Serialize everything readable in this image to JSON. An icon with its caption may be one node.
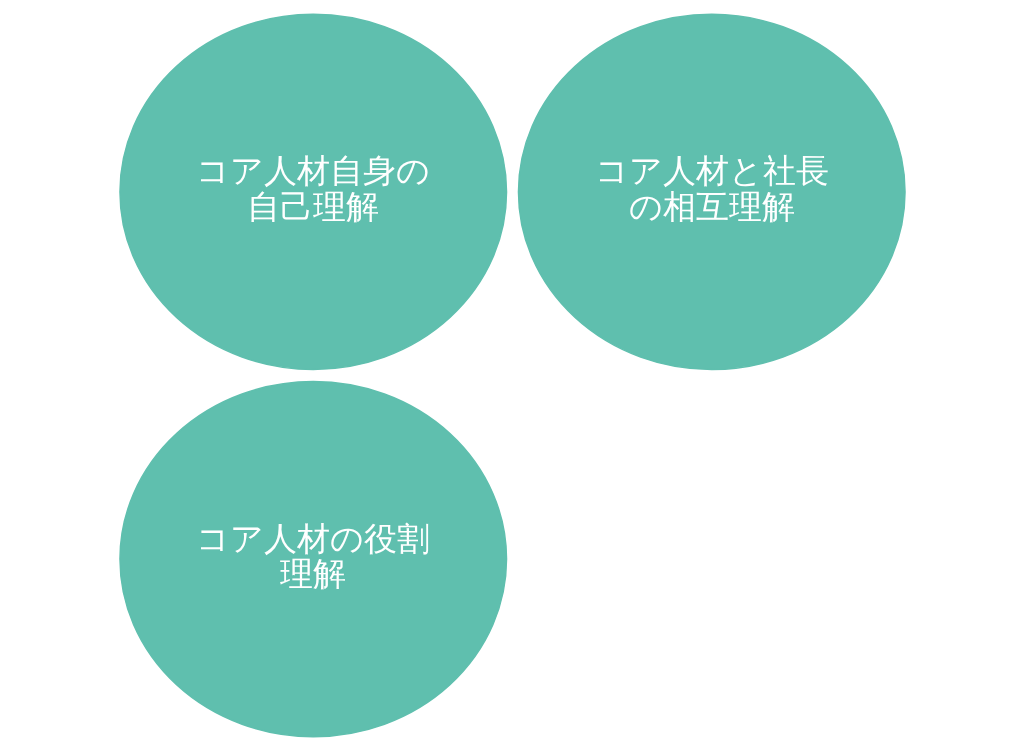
{
  "diagram": {
    "nodes": [
      {
        "text": [
          "コア人材自身の自己理解"
        ]
      },
      {
        "text": [
          "コア人材と社長の相互理解"
        ]
      },
      {
        "text": [
          "コア人材の役割理解"
        ]
      }
    ]
  }
}
